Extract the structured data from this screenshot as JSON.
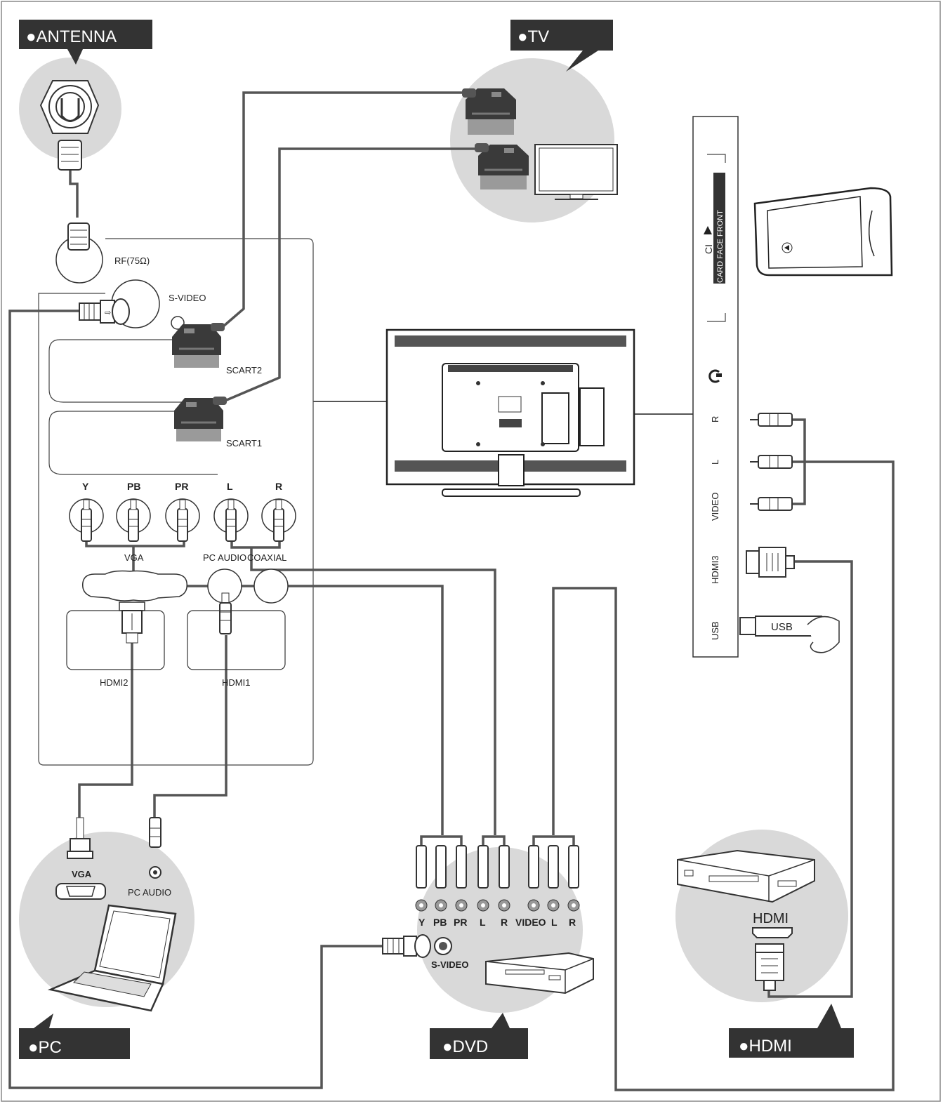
{
  "tags": {
    "antenna": "●ANTENNA",
    "tv": "●TV",
    "pc": "●PC",
    "dvd": "●DVD",
    "hdmi": "●HDMI"
  },
  "back_panel": {
    "rf": "RF(75Ω)",
    "svideo": "S-VIDEO",
    "scart2": "SCART2",
    "scart1": "SCART1",
    "y": "Y",
    "pb": "PB",
    "pr": "PR",
    "l": "L",
    "r": "R",
    "vga": "VGA",
    "pc_audio": "PC AUDIO",
    "coaxial": "COAXIAL",
    "hdmi2": "HDMI2",
    "hdmi1": "HDMI1"
  },
  "side_panel": {
    "ci": "CI",
    "card_face_front": "CARD FACE FRONT",
    "r": "R",
    "l": "L",
    "video": "VIDEO",
    "hdmi3": "HDMI3",
    "usb": "USB",
    "usb_stick": "USB"
  },
  "pc": {
    "vga": "VGA",
    "pc_audio": "PC AUDIO"
  },
  "dvd": {
    "y": "Y",
    "pb": "PB",
    "pr": "PR",
    "l": "L",
    "r": "R",
    "video": "VIDEO",
    "l2": "L",
    "r2": "R",
    "svideo": "S-VIDEO"
  },
  "hdmi_player": {
    "hdmi": "HDMI"
  },
  "colors": {
    "circle": "#d9d9d9",
    "tag_bg": "#333333",
    "wire": "#555555"
  }
}
